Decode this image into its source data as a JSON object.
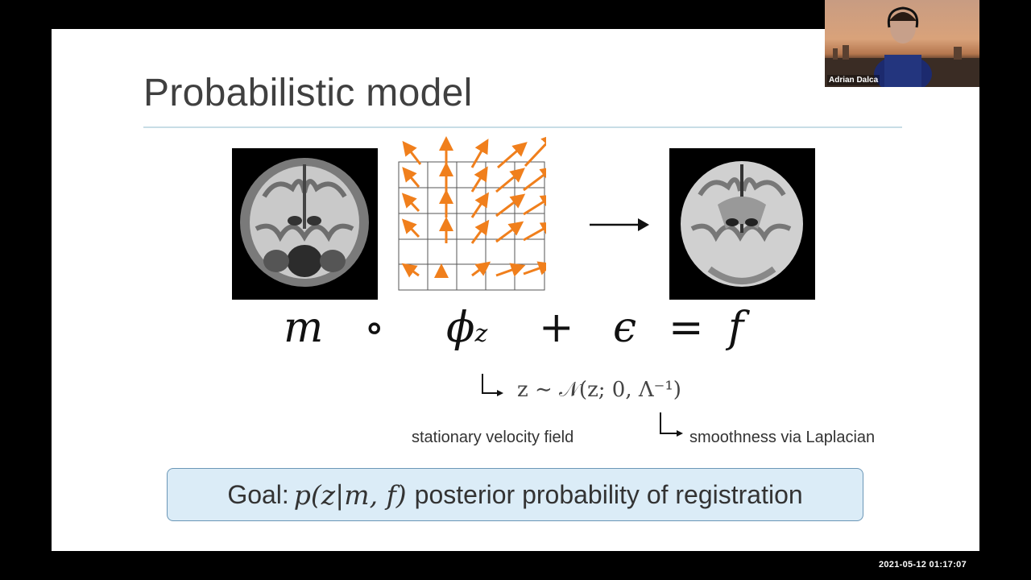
{
  "slide": {
    "title": "Probabilistic model",
    "equation": {
      "m": "m",
      "compose": "∘",
      "phi": "ϕ",
      "phi_sub": "z",
      "plus": "+",
      "epsilon": "ϵ",
      "equals": "=",
      "f": "f"
    },
    "prior_formula": "z ∼ 𝒩(z; 0, Λ⁻¹)",
    "label_velocity": "stationary velocity field",
    "label_smoothness": "smoothness via Laplacian",
    "goal": {
      "prefix": "Goal:",
      "math": "p(z|m, f)",
      "suffix": "posterior probability of registration"
    },
    "colors": {
      "arrow": "#f07f1c",
      "goal_fill": "#dbecf7",
      "goal_border": "#6b97b7",
      "rule": "#c8dde6"
    }
  },
  "webcam": {
    "name": "Adrian Dalca"
  },
  "timestamp": "2021-05-12  01:17:07"
}
